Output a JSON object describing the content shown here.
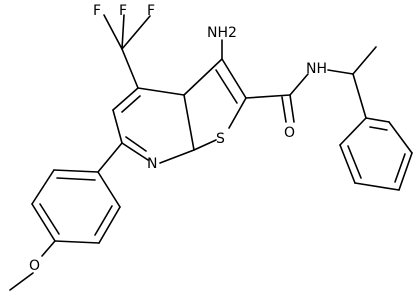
{
  "atoms": {
    "F_left": "F",
    "F_mid": "F",
    "F_right": "F",
    "NH2": "NH2",
    "S_ring": "S",
    "N_ring": "N",
    "O_amide": "O",
    "NH_amide": "NH",
    "O_methoxy": "O"
  }
}
